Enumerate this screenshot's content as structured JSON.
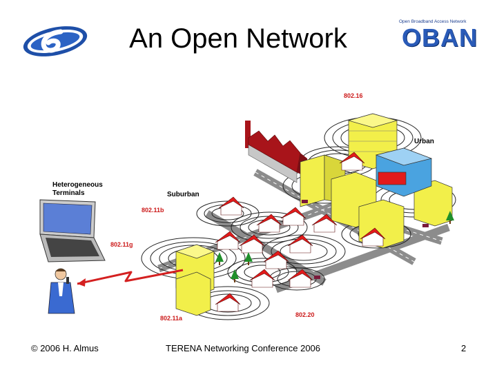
{
  "title": "An Open Network",
  "logos": {
    "left_icon": "fp6-logo-icon",
    "right_tagline": "Open Broadband Access Network",
    "right_word": "OBAN"
  },
  "labels": {
    "standard_802_16": "802.16",
    "urban": "Urban",
    "heterogeneous": "Heterogeneous Terminals",
    "suburban": "Suburban",
    "standard_802_11b": "802.11b",
    "standard_802_11g": "802.11g",
    "standard_802_11a": "802.11a",
    "standard_802_20": "802.20"
  },
  "footer": {
    "left": "© 2006 H. Almus",
    "center": "TERENA Networking Conference 2006",
    "right": "2"
  },
  "colors": {
    "building_yellow": "#f2ef4a",
    "roof_red": "#e21b1b",
    "factory_red": "#a8141a",
    "road_gray": "#8c8c8c",
    "glass_blue": "#4aa3e0",
    "label_red": "#cc1a1a",
    "tree_green": "#1f8f2a"
  }
}
